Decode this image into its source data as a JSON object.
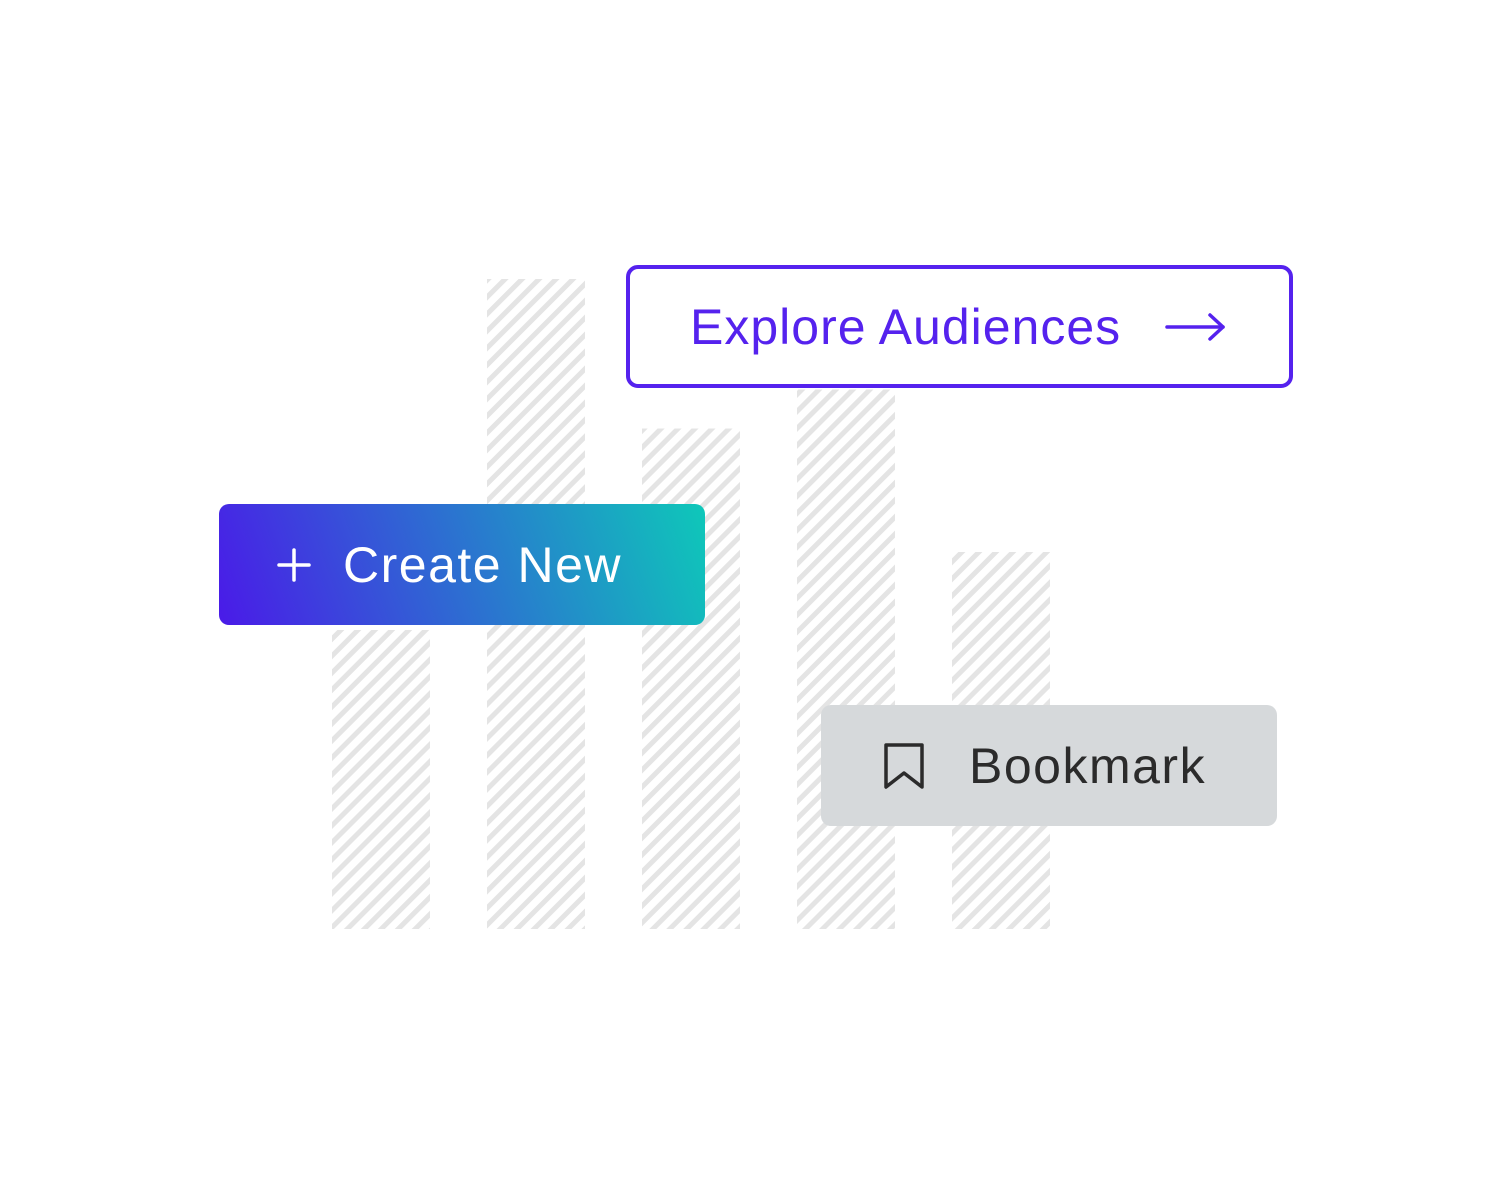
{
  "buttons": {
    "explore": {
      "label": "Explore Audiences",
      "icon": "arrow-right-icon",
      "color": "#5522ee"
    },
    "create": {
      "label": "Create New",
      "icon": "plus-icon",
      "gradient_start": "#4a1ae8",
      "gradient_end": "#0ec8b9",
      "text_color": "#ffffff"
    },
    "bookmark": {
      "label": "Bookmark",
      "icon": "bookmark-icon",
      "background": "#d6d9db",
      "text_color": "#2b2b2b"
    }
  },
  "decor": {
    "bar_pattern": "diagonal-hatch",
    "hatch_color": "#e4e4e4",
    "relative_bar_heights": [
      0.46,
      1.0,
      0.77,
      0.83,
      0.58
    ]
  }
}
